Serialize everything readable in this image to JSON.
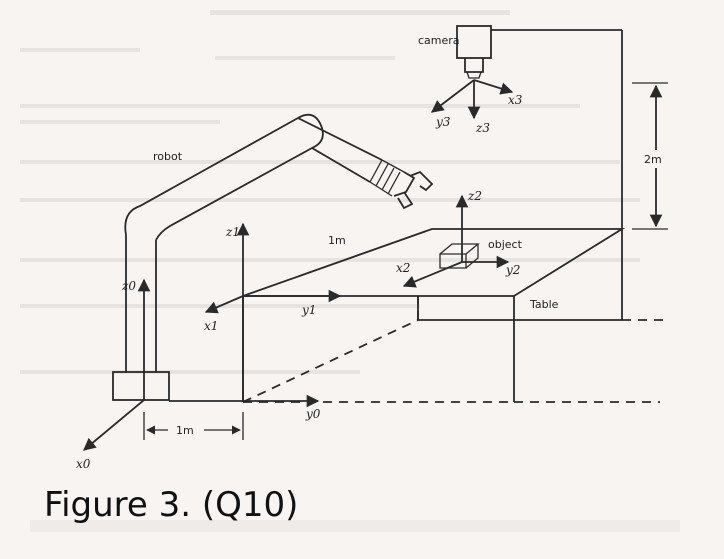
{
  "labels": {
    "camera": "camera",
    "robot": "robot",
    "object": "object",
    "table": "Table",
    "dist_2m": "2m",
    "dist_1m_table": "1m",
    "dist_1m_base": "1m",
    "caption": "Figure 3.  (Q10)"
  },
  "frames": {
    "base": {
      "z": "z0",
      "y": "y0",
      "x": "x0"
    },
    "table": {
      "z": "z1",
      "y": "y1",
      "x": "x1"
    },
    "object": {
      "z": "z2",
      "y": "y2",
      "x": "x2"
    },
    "camera": {
      "z": "z3",
      "y": "y3",
      "x": "x3"
    }
  }
}
